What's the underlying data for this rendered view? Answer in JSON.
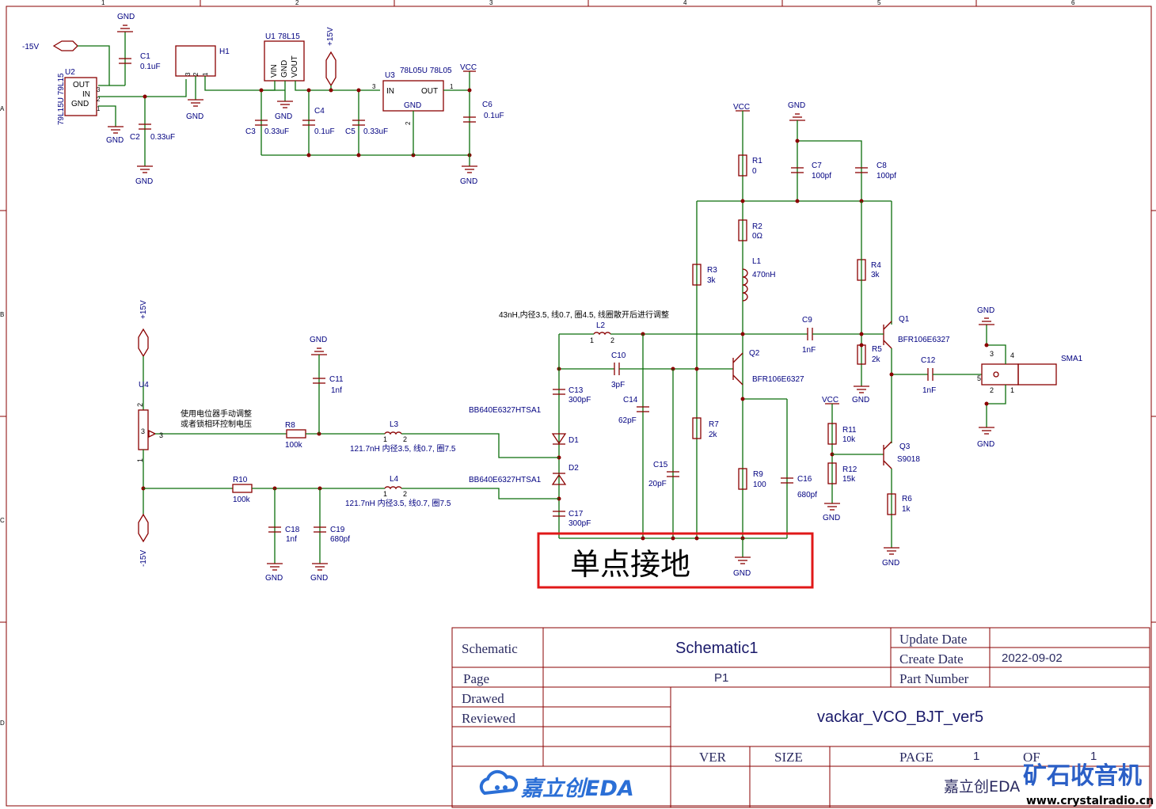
{
  "border": {
    "cols": [
      "1",
      "2",
      "3",
      "4",
      "5",
      "6"
    ],
    "rows": [
      "A",
      "B",
      "C",
      "D"
    ]
  },
  "power_labels": {
    "neg15_top": "-15V",
    "pos15_top": "+15V",
    "vcc_top": "VCC",
    "vcc_mid": "VCC",
    "vcc_q3": "VCC",
    "pos15_left": "+15V",
    "neg15_left": "-15V",
    "gnd": "GND"
  },
  "components": {
    "u2": {
      "ref": "U2",
      "part": "79L15U 79L15",
      "pins": [
        "OUT",
        "IN",
        "GND"
      ],
      "nums": [
        "3",
        "2",
        "1"
      ]
    },
    "c1": {
      "ref": "C1",
      "val": "0.1uF"
    },
    "c2": {
      "ref": "C2",
      "val": "0.33uF"
    },
    "h1": {
      "ref": "H1",
      "nums": [
        "3",
        "2",
        "1"
      ]
    },
    "u1": {
      "ref": "U1",
      "part": "78L15",
      "pins": [
        "VIN",
        "GND",
        "VOUT"
      ],
      "nums": [
        "3",
        "2",
        "1"
      ]
    },
    "c3": {
      "ref": "C3",
      "val": "0.33uF"
    },
    "c4": {
      "ref": "C4",
      "val": "0.1uF"
    },
    "c5": {
      "ref": "C5",
      "val": "0.33uF"
    },
    "u3": {
      "ref": "U3",
      "part": "78L05U 78L05",
      "pin_in": "IN",
      "pin_out": "OUT",
      "pin_gnd": "GND",
      "n3": "3",
      "n1": "1",
      "n2": "2"
    },
    "c6": {
      "ref": "C6",
      "val": "0.1uF"
    },
    "r1": {
      "ref": "R1",
      "val": "0"
    },
    "c7": {
      "ref": "C7",
      "val": "100pf"
    },
    "c8": {
      "ref": "C8",
      "val": "100pf"
    },
    "r2": {
      "ref": "R2",
      "val": "0Ω"
    },
    "l1": {
      "ref": "L1",
      "val": "470nH"
    },
    "r3": {
      "ref": "R3",
      "val": "3k"
    },
    "r4": {
      "ref": "R4",
      "val": "3k"
    },
    "l2": {
      "ref": "L2",
      "note": "43nH,内径3.5, 线0.7, 圈4.5, 线圈散开后进行调整",
      "n1": "1",
      "n2": "2"
    },
    "c9": {
      "ref": "C9",
      "val": "1nF"
    },
    "q1": {
      "ref": "Q1",
      "part": "BFR106E6327"
    },
    "r5": {
      "ref": "R5",
      "val": "2k"
    },
    "c12": {
      "ref": "C12",
      "val": "1nF"
    },
    "sma1": {
      "ref": "SMA1",
      "nums": [
        "3",
        "4",
        "5",
        "2",
        "1"
      ]
    },
    "c10": {
      "ref": "C10",
      "val": "3pF"
    },
    "q2": {
      "ref": "Q2",
      "part": "BFR106E6327"
    },
    "c13": {
      "ref": "C13",
      "val": "300pF"
    },
    "c14": {
      "ref": "C14",
      "val": "62pF"
    },
    "d1": {
      "ref": "D1",
      "part": "BB640E6327HTSA1"
    },
    "d2": {
      "ref": "D2",
      "part": "BB640E6327HTSA1"
    },
    "c15": {
      "ref": "C15",
      "val": "20pF"
    },
    "r7": {
      "ref": "R7",
      "val": "2k"
    },
    "r9": {
      "ref": "R9",
      "val": "100"
    },
    "c16": {
      "ref": "C16",
      "val": "680pf"
    },
    "c17": {
      "ref": "C17",
      "val": "300pF"
    },
    "r11": {
      "ref": "R11",
      "val": "10k"
    },
    "r12": {
      "ref": "R12",
      "val": "15k"
    },
    "q3": {
      "ref": "Q3",
      "part": "S9018"
    },
    "r6": {
      "ref": "R6",
      "val": "1k"
    },
    "u4": {
      "ref": "U4",
      "note_line1": "使用电位器手动调整",
      "note_line2": "或者锁相环控制电压",
      "nums": [
        "2",
        "3",
        "3",
        "1"
      ]
    },
    "c11": {
      "ref": "C11",
      "val": "1nf"
    },
    "r8": {
      "ref": "R8",
      "val": "100k"
    },
    "l3": {
      "ref": "L3",
      "note": "121.7nH 内径3.5, 线0.7, 圈7.5",
      "n1": "1",
      "n2": "2"
    },
    "r10": {
      "ref": "R10",
      "val": "100k"
    },
    "l4": {
      "ref": "L4",
      "note": "121.7nH 内径3.5, 线0.7, 圈7.5",
      "n1": "1",
      "n2": "2"
    },
    "c18": {
      "ref": "C18",
      "val": "1nf"
    },
    "c19": {
      "ref": "C19",
      "val": "680pf"
    }
  },
  "annotation": {
    "text": "单点接地",
    "color": "#e01818"
  },
  "title_block": {
    "schematic_label": "Schematic",
    "schematic_name": "Schematic1",
    "update_date_label": "Update Date",
    "update_date": "",
    "create_date_label": "Create Date",
    "create_date": "2022-09-02",
    "page_label": "Page",
    "page_value": "P1",
    "part_number_label": "Part Number",
    "drawed_label": "Drawed",
    "reviewed_label": "Reviewed",
    "project": "vackar_VCO_BJT_ver5",
    "ver_label": "VER",
    "size_label": "SIZE",
    "page2_label": "PAGE",
    "page_num": "1",
    "of_label": "OF",
    "page_total": "1",
    "logo_text": "嘉立创EDA",
    "company": "嘉立创EDA",
    "watermark_title": "矿石收音机",
    "watermark_url": "www.crystalradio.cn"
  },
  "colors": {
    "wire": "#0b6e0b",
    "component": "#8a0000",
    "label": "#000080",
    "brand_blue": "#2b6fd6"
  }
}
